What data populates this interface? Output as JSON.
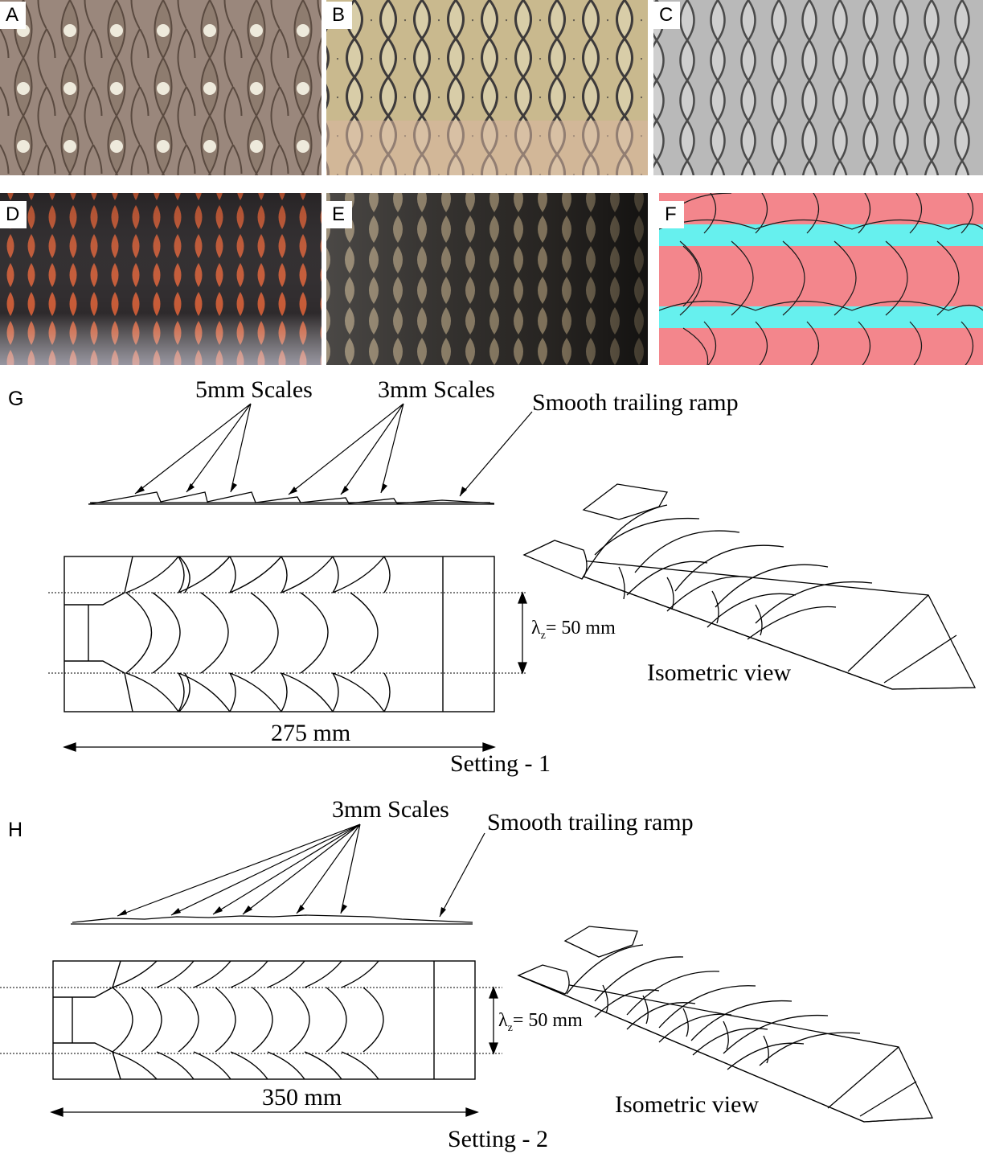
{
  "panels": {
    "A": "A",
    "B": "B",
    "C": "C",
    "D": "D",
    "E": "E",
    "F": "F",
    "G": "G",
    "H": "H"
  },
  "setting1": {
    "label_5mm": "5mm Scales",
    "label_3mm": "3mm Scales",
    "label_ramp": "Smooth trailing ramp",
    "lambda_symbol": "λ",
    "lambda_sub": "z",
    "lambda_value": "= 50 mm",
    "length": "275 mm",
    "iso": "Isometric view",
    "caption": "Setting - 1"
  },
  "setting2": {
    "label_3mm": "3mm Scales",
    "label_ramp": "Smooth trailing ramp",
    "lambda_symbol": "λ",
    "lambda_sub": "z",
    "lambda_value": "= 50 mm",
    "length": "350 mm",
    "iso": "Isometric view",
    "caption": "Setting - 2"
  },
  "colors": {
    "F_pink": "#f3868c",
    "F_cyan": "#66f0ee"
  }
}
